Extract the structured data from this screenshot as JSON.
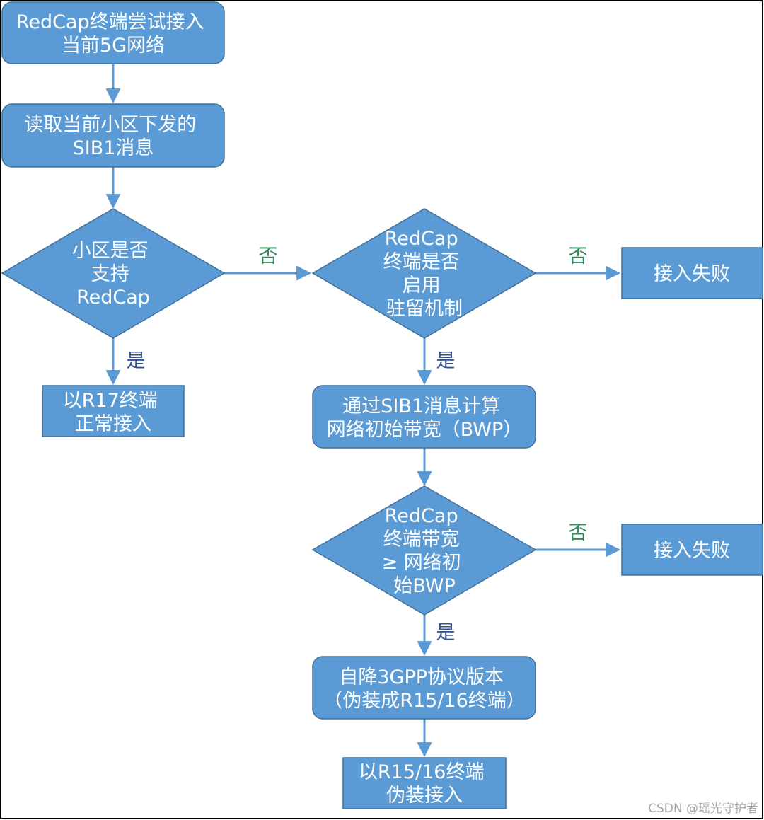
{
  "colors": {
    "node_fill": "#5b9bd5",
    "node_stroke": "#41719c",
    "edge": "#5b9bd5",
    "label_no": "#2e8b57",
    "label_yes": "#2f5597",
    "frame": "#000000"
  },
  "nodes": {
    "start": [
      "RedCap终端尝试接入",
      "当前5G网络"
    ],
    "read_sib1": [
      "读取当前小区下发的",
      "SIB1消息"
    ],
    "cell_support": [
      "小区是否",
      "支持",
      "RedCap"
    ],
    "term_camp": [
      "RedCap",
      "终端是否",
      "启用",
      "驻留机制"
    ],
    "fail1": [
      "接入失败"
    ],
    "r17_access": [
      "以R17终端",
      "正常接入"
    ],
    "calc_bwp": [
      "通过SIB1消息计算",
      "网络初始带宽（BWP）"
    ],
    "bw_compare": [
      "RedCap",
      "终端带宽",
      "≥ 网络初",
      "始BWP"
    ],
    "fail2": [
      "接入失败"
    ],
    "downgrade": [
      "自降3GPP协议版本",
      "（伪装成R15/16终端）"
    ],
    "fake_access": [
      "以R15/16终端",
      "伪装接入"
    ]
  },
  "edge_labels": {
    "support_no": "否",
    "support_yes": "是",
    "camp_no": "否",
    "camp_yes": "是",
    "bw_no": "否",
    "bw_yes": "是"
  },
  "watermark": "CSDN @瑶光守护者"
}
